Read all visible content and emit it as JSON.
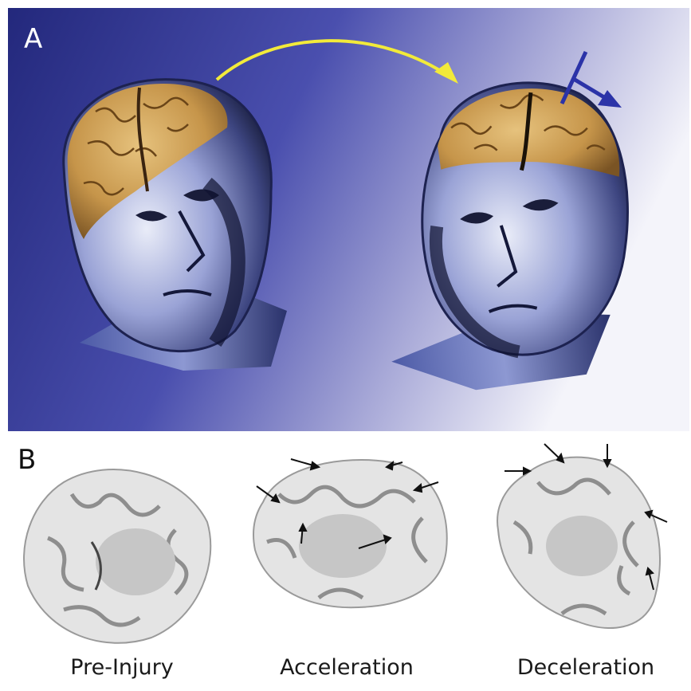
{
  "panel_a": {
    "label": "A",
    "colors": {
      "background_left": "#2b2f86",
      "background_right": "#f2f2f8",
      "arrow_yellow": "#f2ea3a",
      "arrow_blue": "#2b33a8",
      "brain": "#c79a52"
    }
  },
  "panel_b": {
    "label": "B",
    "captions": {
      "pre_injury": "Pre-Injury",
      "acceleration": "Acceleration",
      "deceleration": "Deceleration"
    }
  }
}
